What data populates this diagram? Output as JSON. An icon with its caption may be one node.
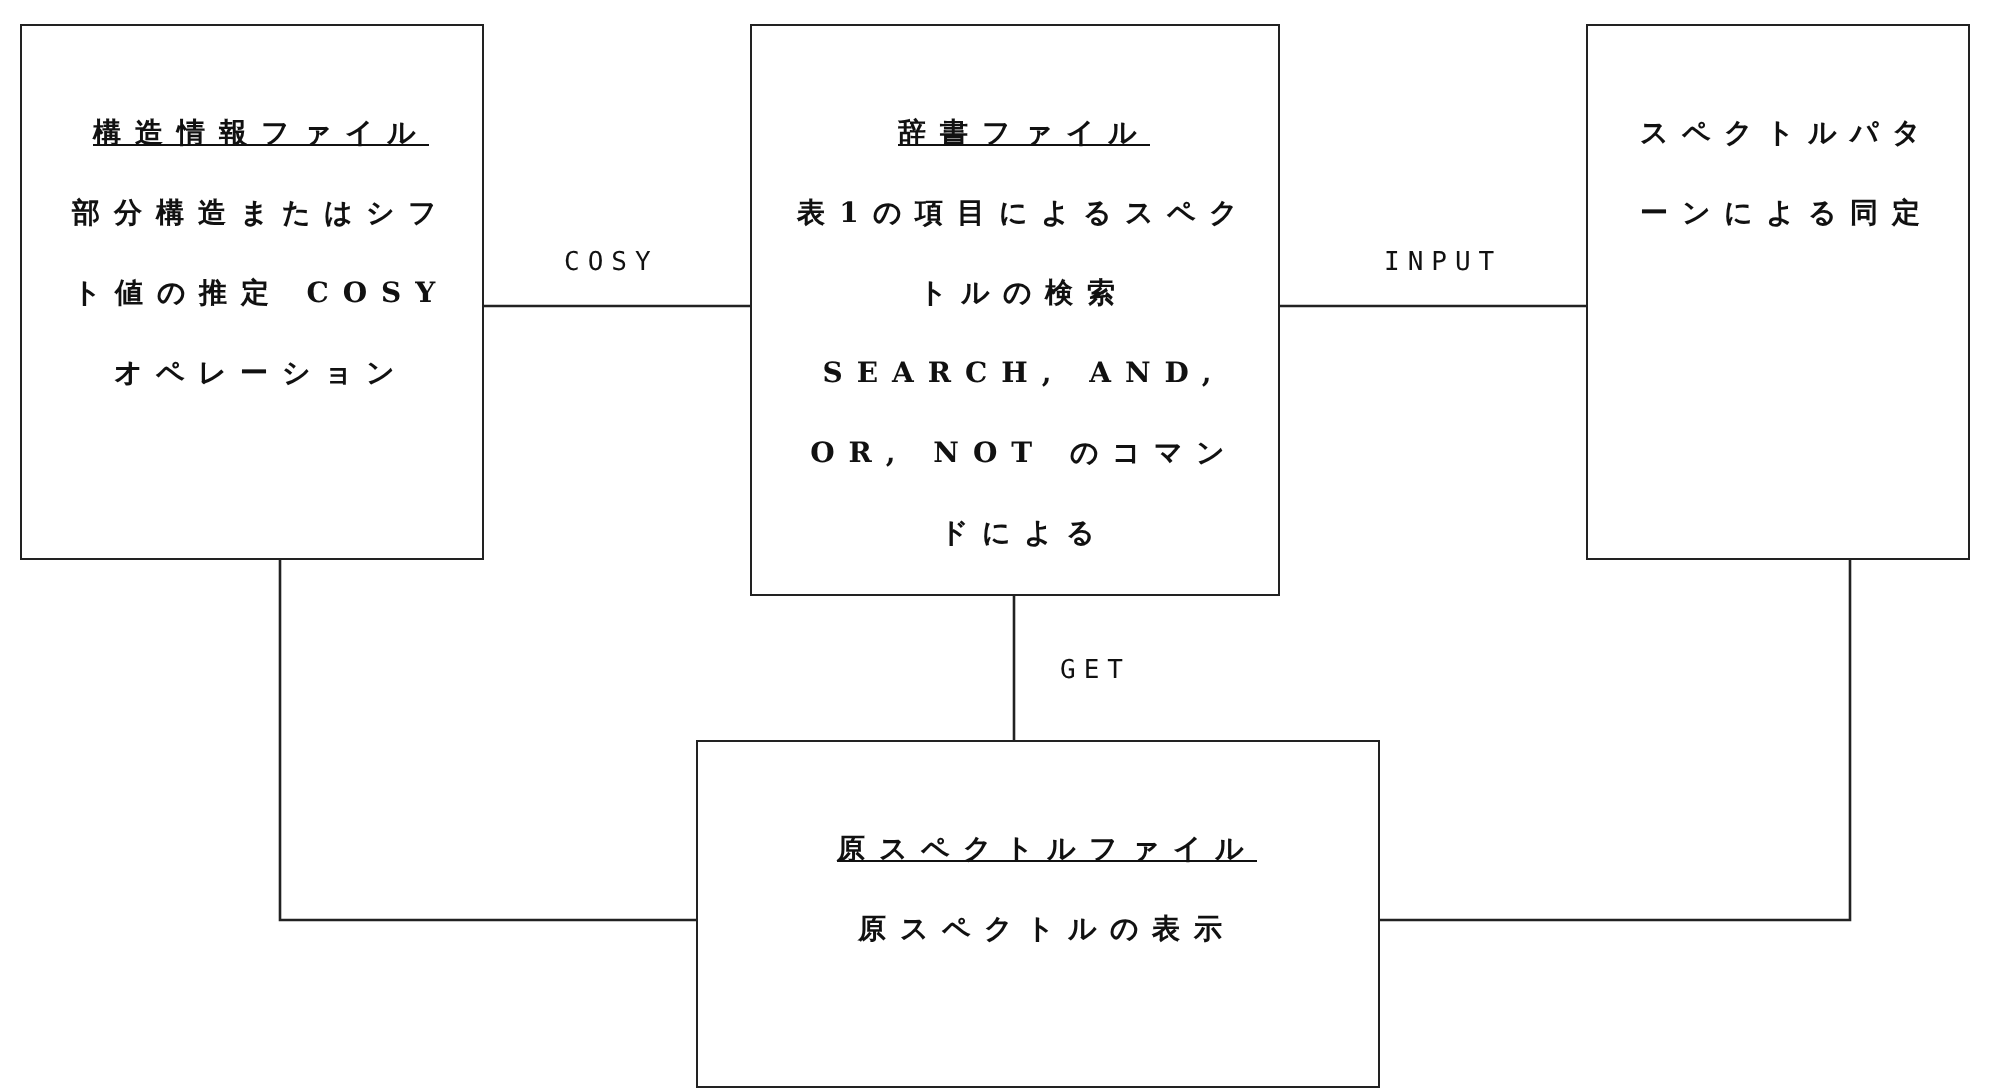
{
  "diagram": {
    "nodes": [
      {
        "text": [
          "構造情報ファイル",
          "部分構造またはシフト値の推定 COSY オペレーション"
        ]
      },
      {
        "text": [
          "辞書ファイル",
          "表1の項目によるスペクトルの検索 SEARCH, AND, OR, NOT のコマンドによる"
        ]
      },
      {
        "text": [
          "スペクトルパターンによる同定"
        ]
      },
      {
        "text": [
          "原スペクトルファイル",
          "原スペクトルの表示"
        ]
      }
    ],
    "edges": [
      {
        "from": 0,
        "to": 1,
        "arrow": "none",
        "label": "COSY"
      },
      {
        "from": 1,
        "to": 2,
        "arrow": "none",
        "label": "INPUT"
      },
      {
        "from": 1,
        "to": 3,
        "arrow": "none",
        "label": "GET"
      },
      {
        "from": 0,
        "to": 3,
        "arrow": "none"
      },
      {
        "from": 2,
        "to": 3,
        "arrow": "none"
      }
    ]
  }
}
